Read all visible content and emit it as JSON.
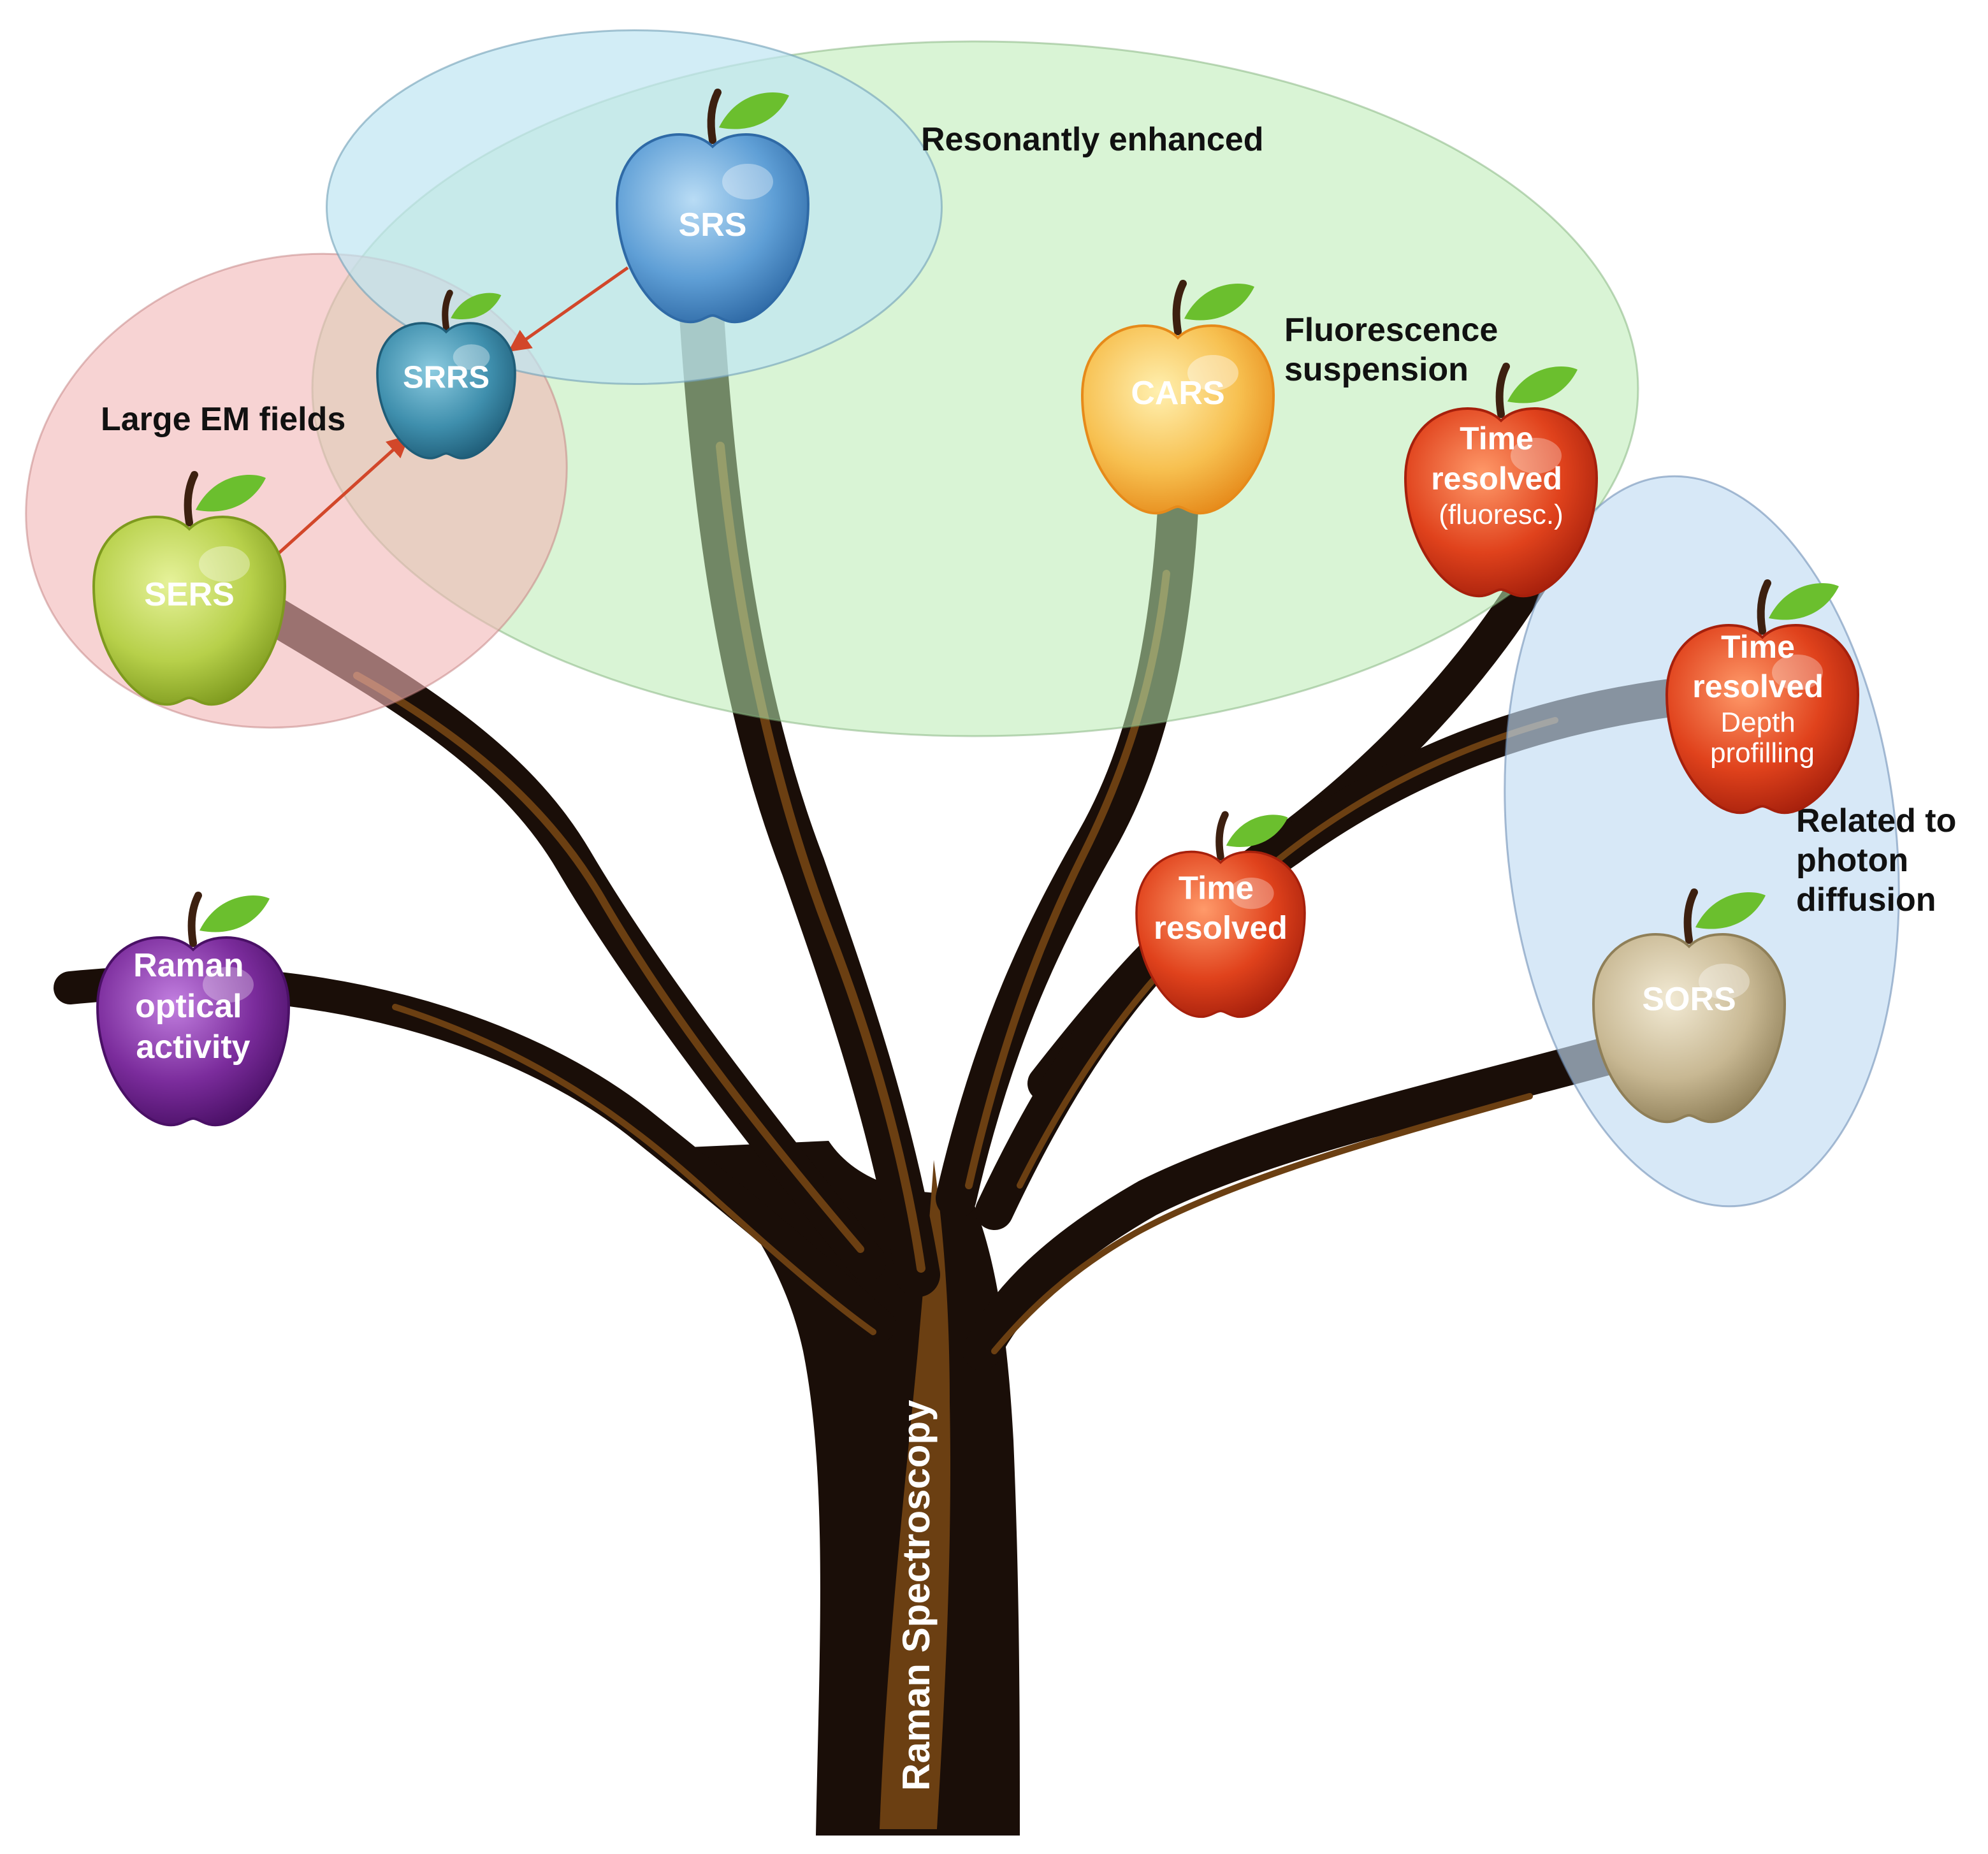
{
  "trunk_label": "Raman Spectroscopy",
  "regions": {
    "resonant": "Resonantly enhanced",
    "em": "Large EM fields",
    "fluorescence": [
      "Fluorescence",
      "suspension"
    ],
    "diffusion": [
      "Related to",
      "photon",
      "diffusion"
    ]
  },
  "apples": {
    "srs": [
      "SRS"
    ],
    "srrs": [
      "SRRS"
    ],
    "sers": [
      "SERS"
    ],
    "cars": [
      "CARS"
    ],
    "tr_fluor": [
      "Time",
      "resolved",
      "(fluoresc.)"
    ],
    "tr_depth": [
      "Time",
      "resolved",
      "Depth",
      "profilling"
    ],
    "tr_mid": [
      "Time",
      "resolved"
    ],
    "sors": [
      "SORS"
    ],
    "roa": [
      "Raman",
      "optical",
      "activity"
    ]
  },
  "colors": {
    "trunk_dark": "#1a0e08",
    "trunk_brown": "#6b3f12",
    "region_green": "#cdf0c8",
    "region_pink": "#f6c8c8",
    "region_blue": "#c8e8f4",
    "arrow": "#d2472a",
    "apple_blue": "#5f9fd6",
    "apple_teal": "#3f8fad",
    "apple_green": "#b7d04a",
    "apple_yellow": "#f7b440",
    "apple_red": "#e0421c",
    "apple_beige": "#c8b893",
    "apple_purple": "#7b2c9c",
    "leaf": "#6bbf2e"
  }
}
